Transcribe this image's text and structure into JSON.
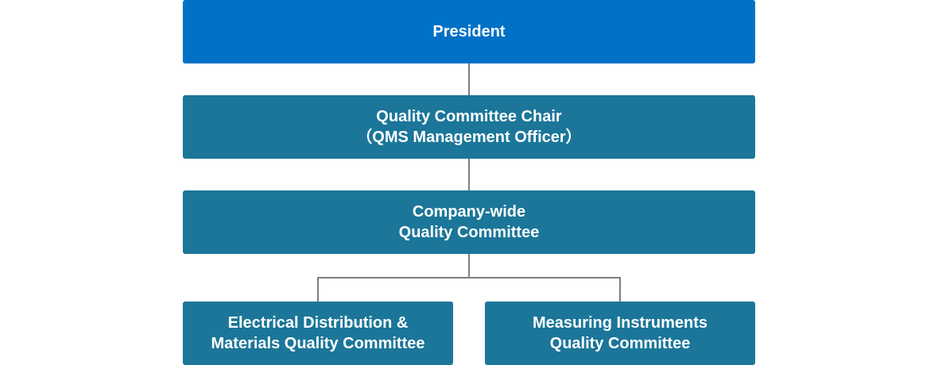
{
  "colors": {
    "top_box": "#0071c5",
    "box": "#1b7699",
    "connector": "#7f7f7f",
    "text": "#ffffff"
  },
  "nodes": {
    "president": {
      "line1": "President"
    },
    "quality_committee_chair": {
      "line1": "Quality Committee Chair",
      "line2": "（QMS Management Officer）"
    },
    "company_wide_committee": {
      "line1": "Company-wide",
      "line2": "Quality Committee"
    },
    "electrical_committee": {
      "line1": "Electrical Distribution &",
      "line2": "Materials Quality Committee"
    },
    "measuring_committee": {
      "line1": "Measuring Instruments",
      "line2": "Quality Committee"
    }
  }
}
